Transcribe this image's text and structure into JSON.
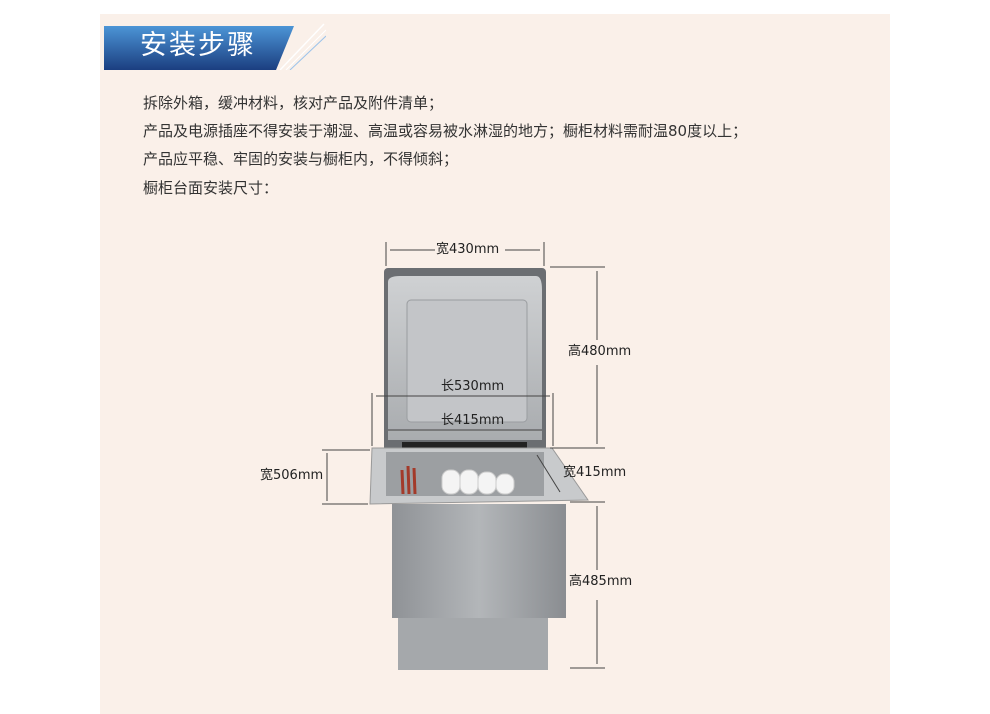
{
  "section": {
    "title": "安装步骤"
  },
  "instructions": [
    "拆除外箱，缓冲材料，核对产品及附件清单；",
    "产品及电源插座不得安装于潮湿、高温或容易被水淋湿的地方；橱柜材料需耐温80度以上；",
    "产品应平稳、牢固的安装与橱柜内，不得倾斜；",
    "橱柜台面安装尺寸："
  ],
  "dimensions": {
    "top_width": "宽430mm",
    "lid_height": "高480mm",
    "outer_length": "长530mm",
    "inner_length": "长415mm",
    "outer_width": "宽506mm",
    "inner_width": "宽415mm",
    "body_height": "高485mm"
  },
  "colors": {
    "banner_top": "#4a90d0",
    "banner_bottom": "#1a3f80",
    "panel_bg": "#faf0e9"
  }
}
